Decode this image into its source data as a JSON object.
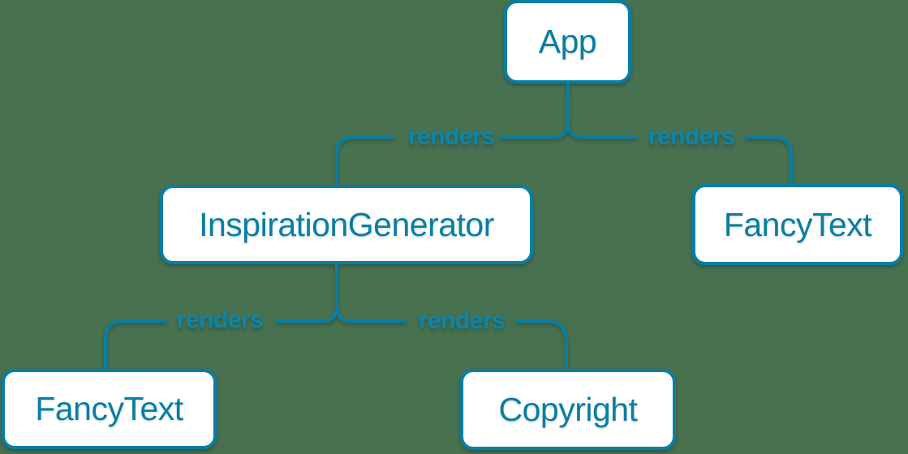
{
  "diagram": {
    "type": "component-render-tree",
    "colors": {
      "background": "#48714F",
      "accent": "#087EA4",
      "edge_label": "#0A86AD",
      "node_fill": "#FFFFFF"
    },
    "nodes": [
      {
        "id": "app",
        "label": "App"
      },
      {
        "id": "inspiration-generator",
        "label": "InspirationGenerator"
      },
      {
        "id": "fancy-text-top-right",
        "label": "FancyText"
      },
      {
        "id": "fancy-text-bottom-left",
        "label": "FancyText"
      },
      {
        "id": "copyright",
        "label": "Copyright"
      }
    ],
    "edges": [
      {
        "from": "App",
        "to": "InspirationGenerator",
        "label": "renders"
      },
      {
        "from": "App",
        "to": "FancyText",
        "label": "renders"
      },
      {
        "from": "InspirationGenerator",
        "to": "FancyText",
        "label": "renders"
      },
      {
        "from": "InspirationGenerator",
        "to": "Copyright",
        "label": "renders"
      }
    ]
  }
}
